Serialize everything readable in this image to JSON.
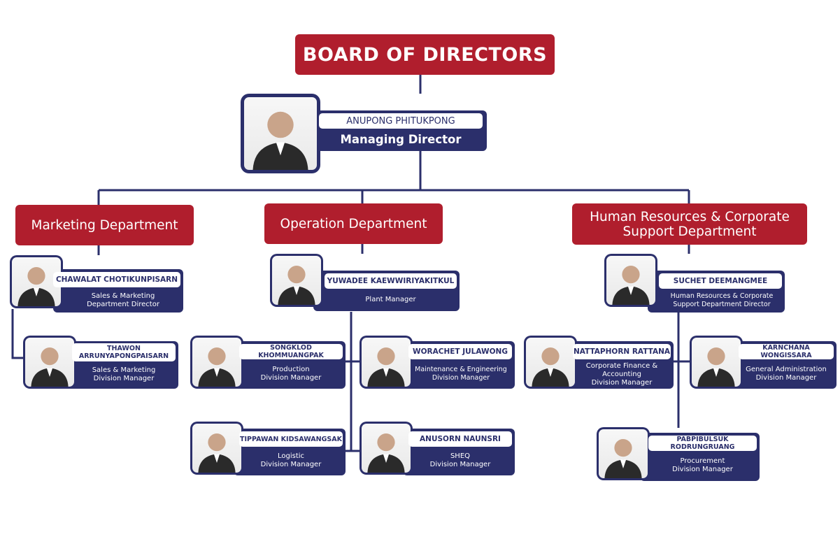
{
  "board": {
    "label": "BOARD OF DIRECTORS"
  },
  "managing_director": {
    "name": "ANUPONG PHITUKPONG",
    "title": "Managing Director"
  },
  "departments": {
    "marketing": "Marketing Department",
    "operation": "Operation Department",
    "hr": "Human Resources & Corporate\nSupport Department"
  },
  "people": {
    "chawalat": {
      "name": "CHAWALAT CHOTIKUNPISARN",
      "title": "Sales & Marketing\nDepartment Director"
    },
    "thawon": {
      "name": "THAWON\nARRUNYAPONGPAISARN",
      "title": "Sales & Marketing\nDivision Manager"
    },
    "yuwadee": {
      "name": "YUWADEE KAEWWIRIYAKITKUL",
      "title": "Plant Manager"
    },
    "songklod": {
      "name": "SONGKLOD KHOMMUANGPAK",
      "title": "Production\nDivision Manager"
    },
    "worachet": {
      "name": "WORACHET JULAWONG",
      "title": "Maintenance & Engineering\nDivision Manager"
    },
    "tippawan": {
      "name": "TIPPAWAN KIDSAWANGSAK",
      "title": "Logistic\nDivision Manager"
    },
    "anusorn": {
      "name": "ANUSORN NAUNSRI",
      "title": "SHEQ\nDivision Manager"
    },
    "suchet": {
      "name": "SUCHET DEEMANGMEE",
      "title": "Human Resources & Corporate\nSupport Department Director"
    },
    "nattaphorn": {
      "name": "NATTAPHORN RATTANA",
      "title": "Corporate Finance &\nAccounting\nDivision Manager"
    },
    "karnchana": {
      "name": "KARNCHANA WONGISSARA",
      "title": "General Administration\nDivision Manager"
    },
    "pabpibulsuk": {
      "name": "PABPIBULSUK RODRUNGRUANG",
      "title": "Procurement\nDivision Manager"
    }
  },
  "colors": {
    "navy": "#2b2f6b",
    "red": "#b01e2d"
  }
}
